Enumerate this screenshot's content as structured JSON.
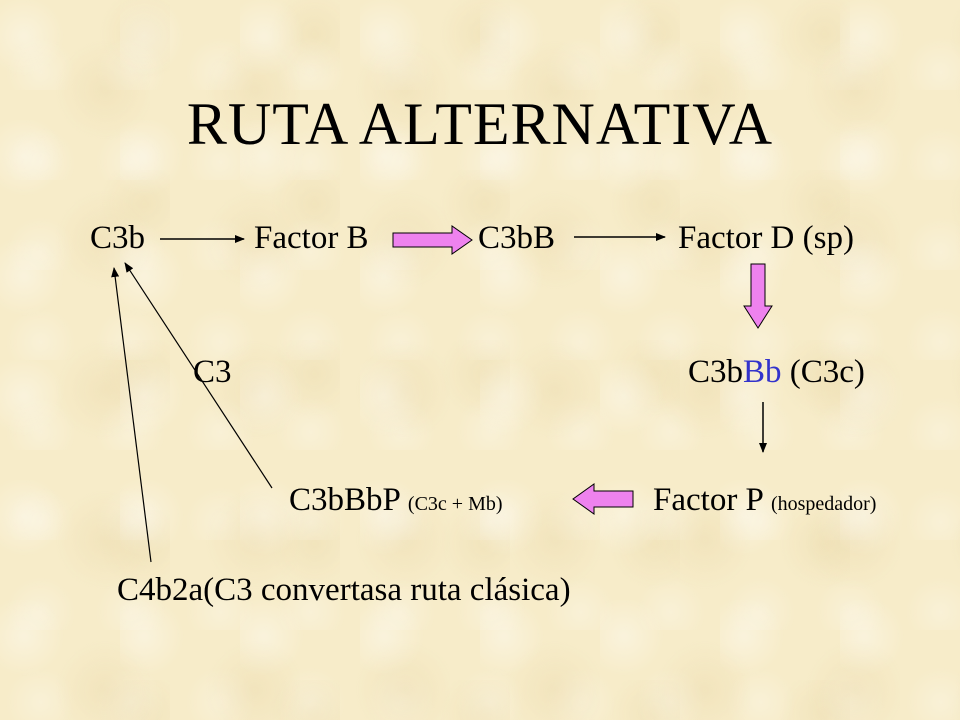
{
  "title": "RUTA ALTERNATIVA",
  "nodes": {
    "c3b": "C3b",
    "factor_b": "Factor B",
    "c3bb": "C3bB",
    "factor_d": "Factor D (sp)",
    "c3": "C3",
    "c3bbb_prefix": "C3b",
    "c3bbb_blue": "Bb",
    "c3bbb_suffix": " (C3c)",
    "c3bbbp_main": "C3bBbP",
    "c3bbbp_note": "(C3c + Mb)",
    "factor_p_main": "Factor P",
    "factor_p_note": "(hospedador)",
    "c4b2a": "C4b2a(C3 convertasa ruta clásica)"
  },
  "colors": {
    "background": "#f7ecc9",
    "text": "#000000",
    "accent_blue": "#3333cc",
    "block_arrow_fill": "#ee82ee",
    "block_arrow_stroke": "#000000"
  }
}
